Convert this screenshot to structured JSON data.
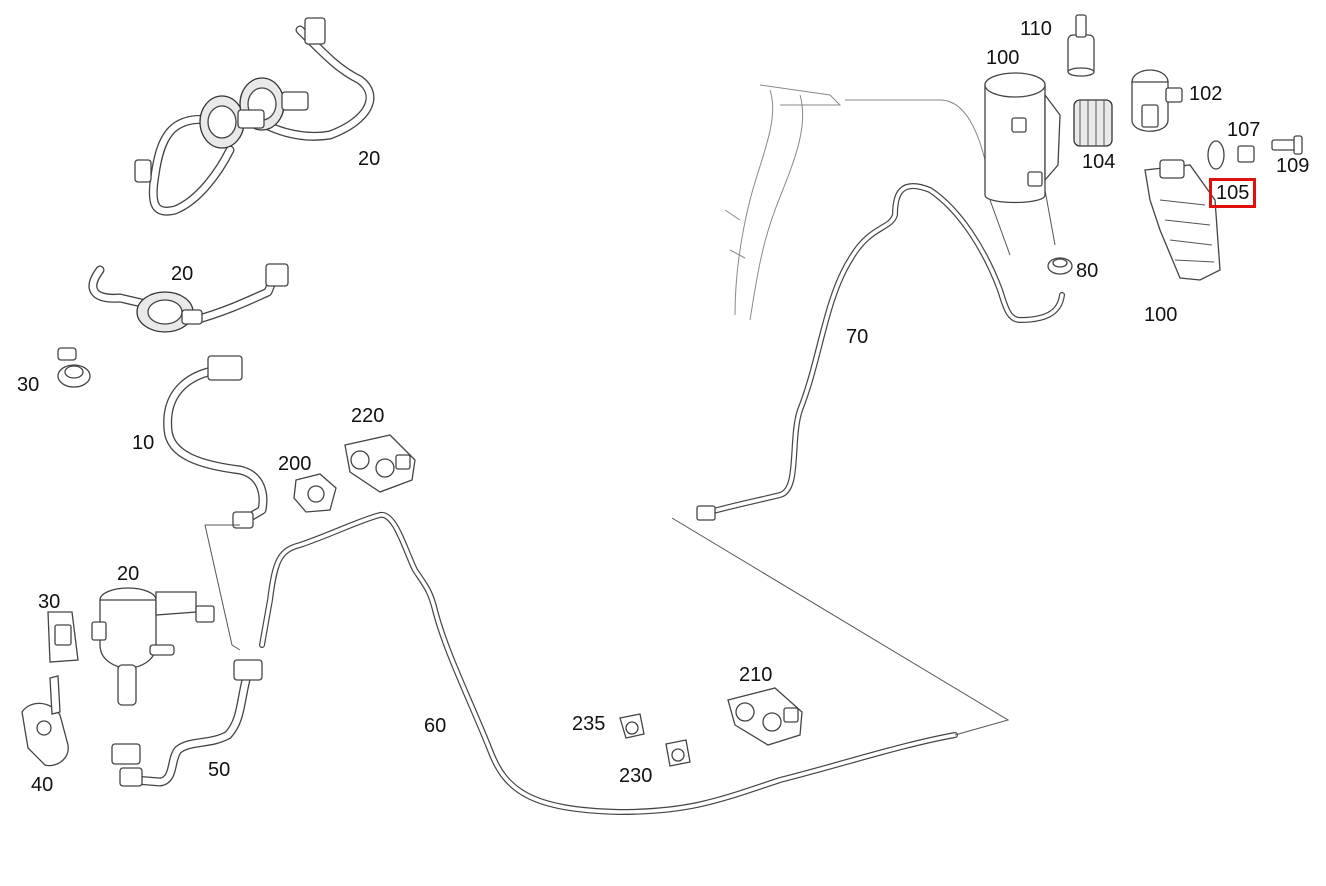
{
  "diagram": {
    "highlight_color": "#e01010",
    "selected_label": "105",
    "labels": {
      "l10": "10",
      "l20_top": "20",
      "l20_mid": "20",
      "l20_low": "20",
      "l30_a": "30",
      "l30_b": "30",
      "l40": "40",
      "l50": "50",
      "l60": "60",
      "l70": "70",
      "l80": "80",
      "l100_a": "100",
      "l100_b": "100",
      "l102": "102",
      "l104": "104",
      "l105": "105",
      "l107": "107",
      "l109": "109",
      "l110": "110",
      "l200": "200",
      "l210": "210",
      "l220": "220",
      "l230": "230",
      "l235": "235"
    }
  }
}
